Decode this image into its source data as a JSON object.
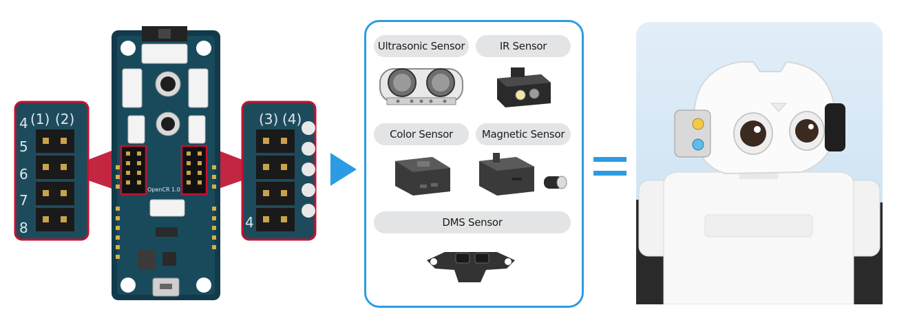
{
  "board": {
    "left_zoom_labels": [
      "4",
      "(1)",
      "(2)",
      "5",
      "6",
      "7",
      "8"
    ],
    "right_zoom_labels": [
      "(3)",
      "(4)",
      "4"
    ],
    "silk_text": "OpenCR 1.0"
  },
  "sensors": {
    "ultrasonic": "Ultrasonic Sensor",
    "ir": "IR Sensor",
    "color": "Color Sensor",
    "magnetic": "Magnetic Sensor",
    "dms": "DMS Sensor"
  },
  "colors": {
    "accent": "#2b9ce3",
    "zoom_border": "#c8102e",
    "pcb": "#123a4a",
    "pill": "#e3e4e6",
    "robot_bg": "#cfe4f3"
  },
  "icons": [
    "arrow-right-icon",
    "equals-icon"
  ]
}
